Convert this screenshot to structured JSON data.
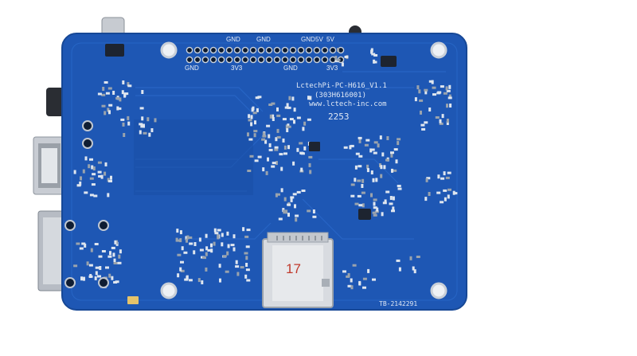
{
  "board": {
    "model_text": "LctechPi-PC-H616_V1.1",
    "serial_text": "(303H616001)",
    "url_text": "www.lctech-inc.com",
    "date_code": "2253",
    "batch_code": "TB-2142291",
    "header_top_labels": [
      "GND",
      "GND",
      "GND",
      "5V",
      "5V"
    ],
    "header_bottom_labels": [
      "GND",
      "3V3",
      "GND",
      "3V3"
    ],
    "sd_label": "17"
  },
  "colors": {
    "pcb": "#1e57b4",
    "pcb_dark": "#163f8a",
    "silk": "#dfe8f5",
    "sd_metal": "#d8dbe0",
    "label_red": "#c0392b"
  }
}
